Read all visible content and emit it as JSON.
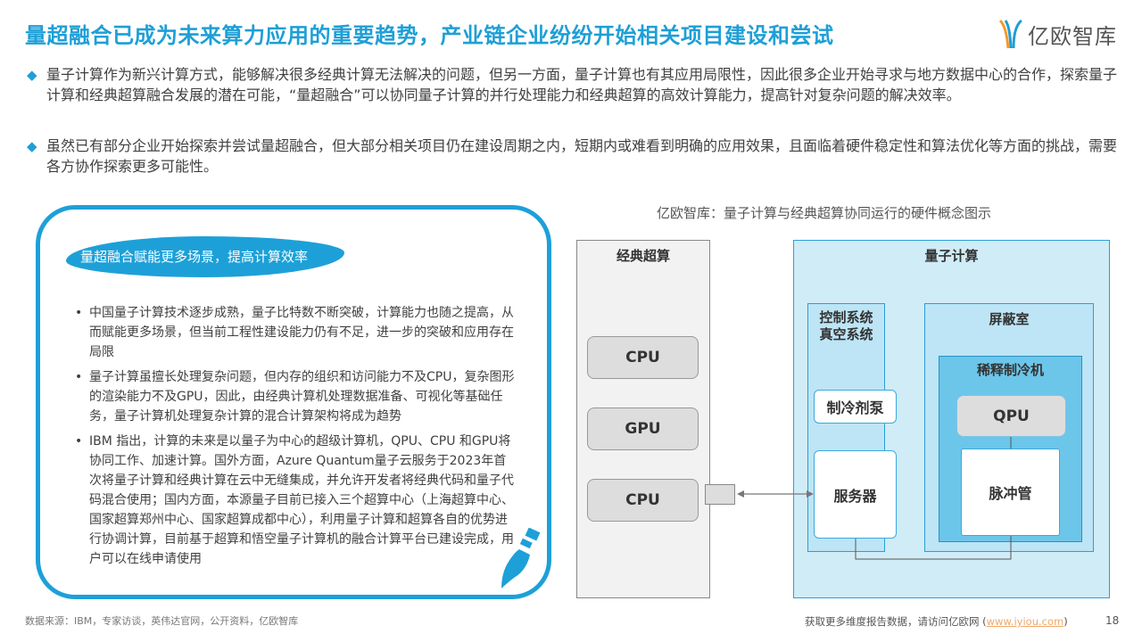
{
  "title": "量超融合已成为未来算力应用的重要趋势，产业链企业纷纷开始相关项目建设和尝试",
  "logo": {
    "text": "亿欧智库",
    "icon": "yiou-logo-icon"
  },
  "intro": [
    "量子计算作为新兴计算方式，能够解决很多经典计算无法解决的问题，但另一方面，量子计算也有其应用局限性，因此很多企业开始寻求与地方数据中心的合作，探索量子计算和经典超算融合发展的潜在可能，“量超融合”可以协同量子计算的并行处理能力和经典超算的高效计算能力，提高针对复杂问题的解决效率。",
    "虽然已有部分企业开始探索并尝试量超融合，但大部分相关项目仍在建设周期之内，短期内或难看到明确的应用效果，且面临着硬件稳定性和算法优化等方面的挑战，需要各方协作探索更多可能性。"
  ],
  "panel": {
    "header": "量超融合赋能更多场景，提高计算效率",
    "bullets": [
      "中国量子计算技术逐步成熟，量子比特数不断突破，计算能力也随之提高，从而赋能更多场景，但当前工程性建设能力仍有不足，进一步的突破和应用存在局限",
      "量子计算虽擅长处理复杂问题，但内存的组织和访问能力不及CPU，复杂图形的渲染能力不及GPU，因此，由经典计算机处理数据准备、可视化等基础任务，量子计算机处理复杂计算的混合计算架构将成为趋势",
      "IBM 指出，计算的未来是以量子为中心的超级计算机，QPU、CPU 和GPU将协同工作、加速计算。国外方面，Azure Quantum量子云服务于2023年首次将量子计算和经典计算在云中无缝集成，并允许开发者将经典代码和量子代码混合使用；国内方面，本源量子目前已接入三个超算中心（上海超算中心、国家超算郑州中心、国家超算成都中心），利用量子计算和超算各自的优势进行协调计算，目前基于超算和悟空量子计算机的融合计算平台已建设完成，用户可以在线申请使用"
    ]
  },
  "diagram": {
    "title": "亿欧智库：量子计算与经典超算协同运行的硬件概念图示",
    "classic": {
      "label": "经典超算",
      "chips": [
        "CPU",
        "GPU",
        "CPU"
      ]
    },
    "quantum": {
      "label": "量子计算",
      "control": "控制系统\n真空系统",
      "pump": "制冷剂泵",
      "server": "服务器",
      "shield": "屏蔽室",
      "fridge": "稀释制冷机",
      "qpu": "QPU",
      "pulse": "脉冲管"
    },
    "colors": {
      "accent": "#1da0d8",
      "quantum_bg": "#d0ecf7",
      "fridge_bg": "#6cc6ea",
      "classic_bg": "#f2f2f2"
    }
  },
  "footer": {
    "source": "数据来源：IBM，专家访谈，英伟达官网，公开资料，亿欧智库",
    "more": "获取更多维度报告数据，请访问亿欧网 (",
    "link": "www.iyiou.com",
    "close": ")",
    "page": "18"
  }
}
